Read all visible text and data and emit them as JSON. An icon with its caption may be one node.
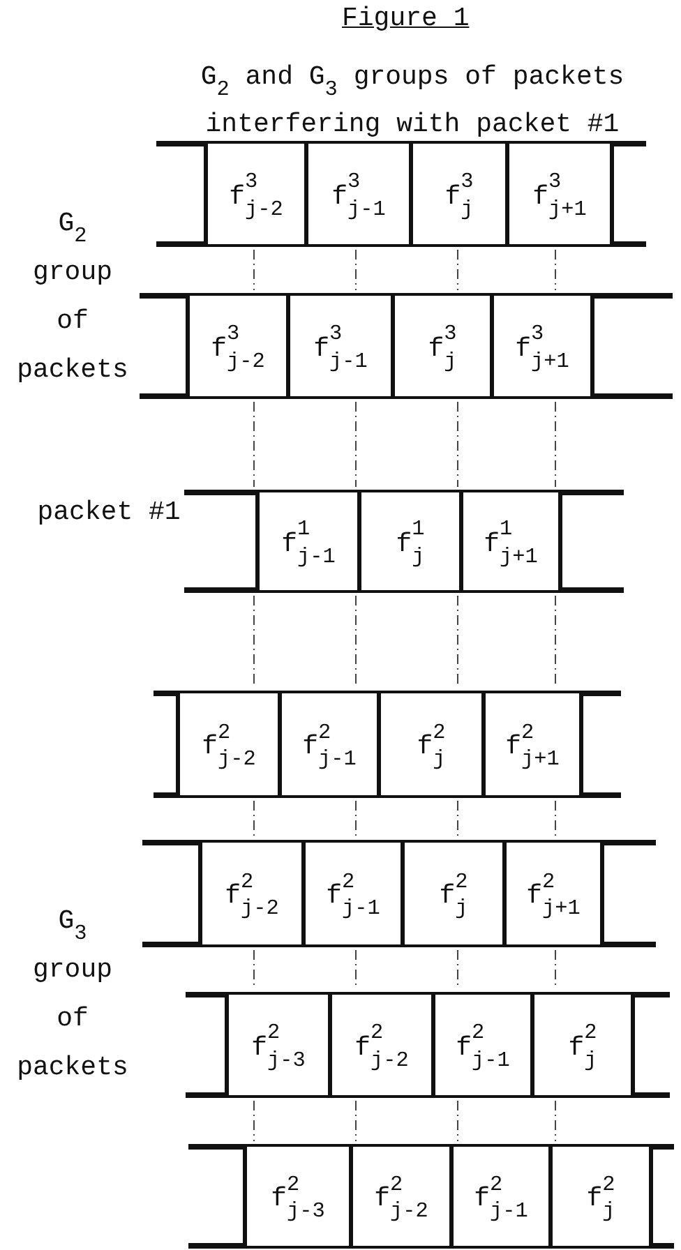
{
  "diagram": {
    "title": "Figure 1",
    "nodes": [
      {
        "text": [
          "f$^{3}$$_{j-2}$"
        ]
      },
      {
        "text": [
          "f$^{3}$$_{j-1}$"
        ]
      },
      {
        "text": [
          "f$^{3}$$_{j}$"
        ]
      },
      {
        "text": [
          "f$^{3}$$_{j+1}$"
        ]
      },
      {
        "text": [
          "f$^{3}$$_{j-2}$"
        ]
      },
      {
        "text": [
          "f$^{3}$$_{j-1}$"
        ]
      },
      {
        "text": [
          "f$^{3}$$_{j}$"
        ]
      },
      {
        "text": [
          "f$^{3}$$_{j+1}$"
        ]
      },
      {
        "text": [
          "f$^{1}$$_{j-1}$"
        ]
      },
      {
        "text": [
          "f$^{1}$$_{j}$"
        ]
      },
      {
        "text": [
          "f$^{1}$$_{j+1}$"
        ]
      },
      {
        "text": [
          "f$^{2}$$_{j-2}$"
        ]
      },
      {
        "text": [
          "f$^{2}$$_{j-1}$"
        ]
      },
      {
        "text": [
          "f$^{2}$$_{j}$"
        ]
      },
      {
        "text": [
          "f$^{2}$$_{j+1}$"
        ]
      },
      {
        "text": [
          "f$^{2}$$_{j-2}$"
        ]
      },
      {
        "text": [
          "f$^{2}$$_{j-1}$"
        ]
      },
      {
        "text": [
          "f$^{2}$$_{j}$"
        ]
      },
      {
        "text": [
          "f$^{2}$$_{j+1}$"
        ]
      },
      {
        "text": [
          "f$^{2}$$_{j-3}$"
        ]
      },
      {
        "text": [
          "f$^{2}$$_{j-2}$"
        ]
      },
      {
        "text": [
          "f$^{2}$$_{j-1}$"
        ]
      },
      {
        "text": [
          "f$^{2}$$_{j}$"
        ]
      },
      {
        "text": [
          "f$^{2}$$_{j-3}$"
        ]
      },
      {
        "text": [
          "f$^{2}$$_{j-2}$"
        ]
      },
      {
        "text": [
          "f$^{2}$$_{j-1}$"
        ]
      },
      {
        "text": [
          "f$^{2}$$_{j}$"
        ]
      }
    ],
    "labels": [
      "G$_{2}$ and G$_{3}$ groups of packets interfering with packet #1",
      "G$_{2}$ group of packets",
      "packet #1",
      "G$_{3}$ group of packets"
    ]
  }
}
